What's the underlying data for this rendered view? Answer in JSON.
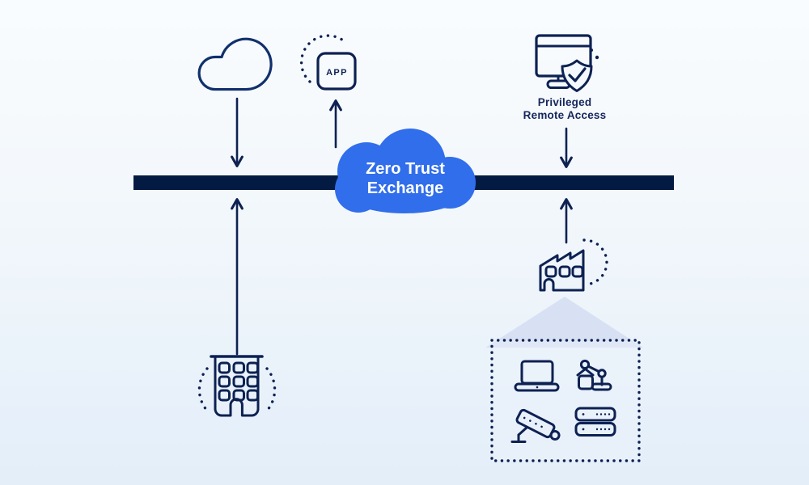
{
  "diagram": {
    "zte_cloud": {
      "line1": "Zero Trust",
      "line2": "Exchange"
    },
    "app_box": {
      "label": "APP"
    },
    "privileged_remote_access": {
      "line1": "Privileged",
      "line2": "Remote Access"
    },
    "colors": {
      "icon_navy": "#0D2152",
      "bar_navy": "#031A43",
      "cloud_outline_navy": "#11306C",
      "exchange_blue": "#316EEB",
      "label_navy": "#15265A",
      "triangle_light_blue": "#D8E1F4",
      "background_top": "#F9FCFE",
      "background_bottom": "#E3EEF9",
      "text_white": "#FFFFFF"
    },
    "icons": {
      "top_left": "cloud-icon",
      "top_middle": "app-icon",
      "top_right": "privileged-remote-access-icon",
      "center": "zero-trust-exchange-cloud",
      "right_middle": "factory-icon",
      "bottom_left": "building-icon",
      "box_items": [
        "laptop-icon",
        "robot-arm-icon",
        "cctv-camera-icon",
        "server-rack-icon"
      ]
    }
  }
}
